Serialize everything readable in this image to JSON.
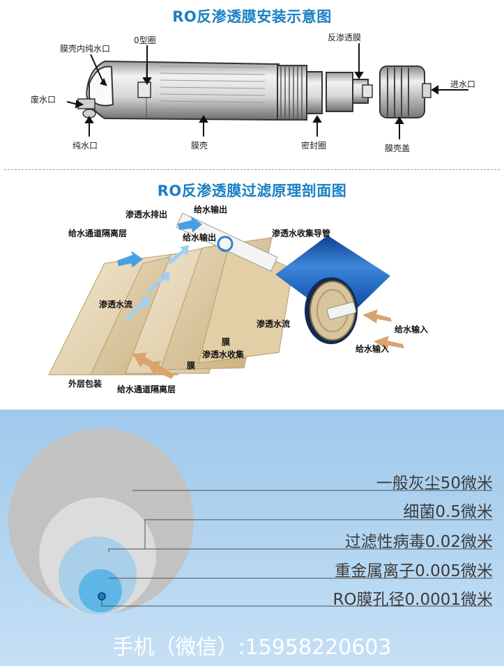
{
  "install": {
    "title": "RO反渗透膜安装示意图",
    "labels": {
      "shell_pure_outlet": "膜壳内纯水口",
      "o_ring": "0型圈",
      "ro_membrane": "反渗透膜",
      "waste_outlet": "废水口",
      "inlet": "进水口",
      "pure_outlet": "纯水口",
      "shell": "膜壳",
      "seal_ring": "密封圈",
      "shell_cap": "膜壳盖"
    }
  },
  "filter": {
    "title": "RO反渗透膜过滤原理剖面图",
    "labels": {
      "permeate_discharge": "渗透水排出",
      "feed_out_1": "给水输出",
      "feed_spacer_top": "给水通道隔离层",
      "feed_out_2": "给水输出",
      "permeate_tube": "渗透水收集导管",
      "permeate_flow_left": "渗透水流",
      "permeate_flow_right": "渗透水流",
      "feed_in_1": "给水输入",
      "feed_in_2": "给水输入",
      "membrane_1": "膜",
      "permeate_collect": "渗透水收集",
      "membrane_2": "膜",
      "outer_wrap": "外层包装",
      "feed_spacer_bottom": "给水通道隔离层"
    }
  },
  "sizes": {
    "items": [
      {
        "label": "一般灰尘50微米",
        "color": "#c2c2c2"
      },
      {
        "label": "细菌0.5微米",
        "color": "#dcdcdc"
      },
      {
        "label": "过滤性病毒0.02微米",
        "color": "#a9cfe9"
      },
      {
        "label": "重金属离子0.005微米",
        "color": "#5eb6e6"
      },
      {
        "label": "RO膜孔径0.0001微米",
        "color": "#1e7fc8"
      }
    ],
    "contact": "手机（微信）:15958220603"
  }
}
